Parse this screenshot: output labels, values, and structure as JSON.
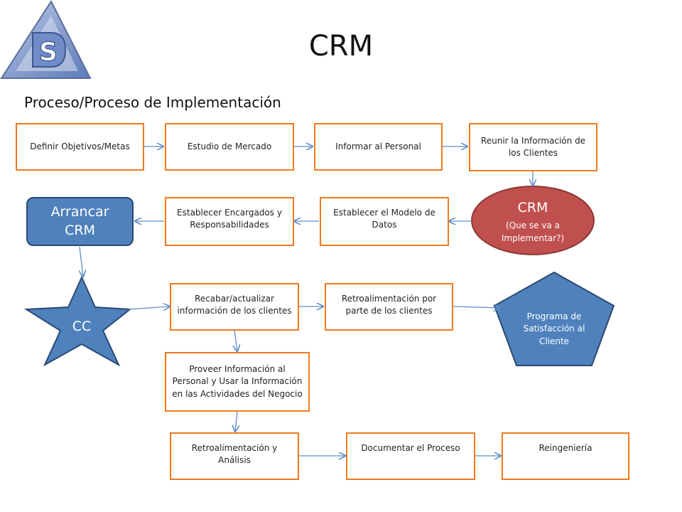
{
  "title": "CRM",
  "subtitle": "Proceso/Proceso de Implementación",
  "logo": {
    "letter": "S"
  },
  "colors": {
    "box_border": "#f07a20",
    "blue": "#4f81bd",
    "red": "#c0504d",
    "arrow": "#5b8ec7"
  },
  "steps": {
    "definir": "Definir Objetivos/Metas",
    "estudio": "Estudio de Mercado",
    "informar": "Informar al Personal",
    "reunir": "Reunir la Información de los Clientes",
    "crm_title": "CRM",
    "crm_sub": "(Que se va a Implementar?)",
    "modelo": "Establecer el Modelo de Datos",
    "encargados": "Establecer Encargados y Responsabilidades",
    "arrancar": "Arrancar CRM",
    "cc": "CC",
    "recabar": "Recabar/actualizar información de los clientes",
    "retro_clientes": "Retroalimentación por parte de los clientes",
    "programa": "Programa de Satisfacción al Cliente",
    "proveer": "Proveer Información al Personal y Usar la Información en las Actividades del Negocio",
    "retro_analisis": "Retroalimentación y Análisis",
    "documentar": "Documentar el Proceso",
    "reingenieria": "Reingeniería"
  }
}
